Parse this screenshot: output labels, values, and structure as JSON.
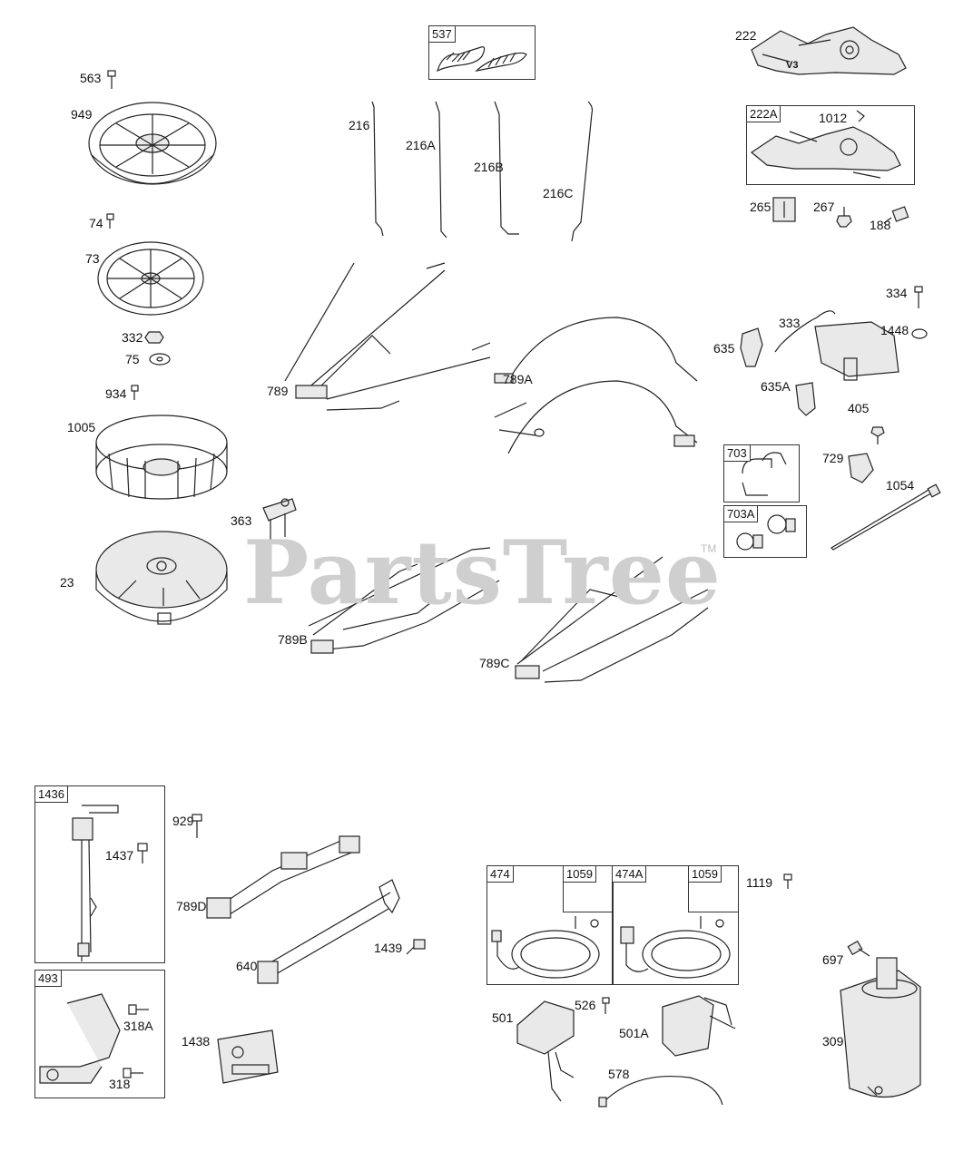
{
  "watermark": {
    "text": "PartsTree",
    "tm": "TM"
  },
  "boxes": {
    "b537": "537",
    "b222A": "222A",
    "b703": "703",
    "b703A": "703A",
    "b1436": "1436",
    "b493": "493",
    "b474": "474",
    "b1059a": "1059",
    "b474A": "474A",
    "b1059b": "1059"
  },
  "labels": {
    "p563": "563",
    "p949": "949",
    "p74": "74",
    "p73": "73",
    "p332": "332",
    "p75": "75",
    "p934": "934",
    "p1005": "1005",
    "p23": "23",
    "p216": "216",
    "p216A": "216A",
    "p216B": "216B",
    "p216C": "216C",
    "p222": "222",
    "p1012": "1012",
    "p265": "265",
    "p267": "267",
    "p188": "188",
    "p334": "334",
    "p333": "333",
    "p1448": "1448",
    "p635": "635",
    "p635A": "635A",
    "p405": "405",
    "p729": "729",
    "p1054": "1054",
    "p789": "789",
    "p789A": "789A",
    "p363": "363",
    "p789B": "789B",
    "p789C": "789C",
    "p929": "929",
    "p1437": "1437",
    "p789D": "789D",
    "p640": "640",
    "p1439": "1439",
    "p318A": "318A",
    "p318": "318",
    "p1438": "1438",
    "p1119": "1119",
    "p697": "697",
    "p309": "309",
    "p501": "501",
    "p526": "526",
    "p501A": "501A",
    "p578": "578"
  },
  "bracket_mark": "V3",
  "colors": {
    "line": "#222222",
    "watermark": "#cfcfcf",
    "background": "#ffffff"
  }
}
